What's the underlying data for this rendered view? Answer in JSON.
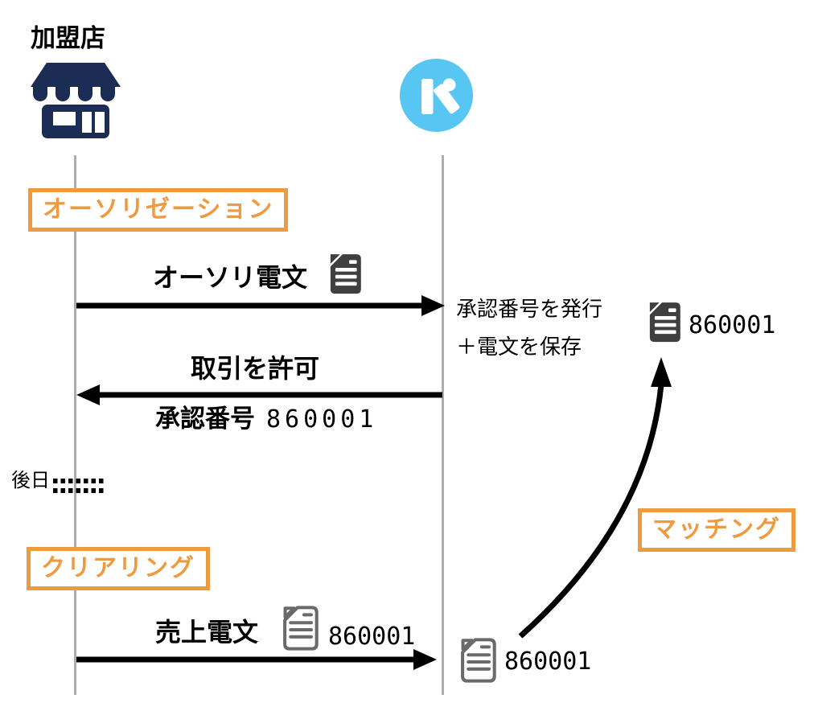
{
  "colors": {
    "orange": "#EE9B40",
    "navy": "#1B2D55",
    "kyash_blue": "#57C6F3",
    "lifeline_gray": "#ADADAD",
    "doc_dark": "#3F3F3F",
    "doc_outline": "#6A6A6A",
    "arrow_black": "#000000"
  },
  "icons": {
    "merchant": "storefront-icon",
    "kyash": "kyash-logo-icon",
    "auth_message": "document-icon-filled",
    "stored_message": "document-icon-filled",
    "sales_message": "document-icon-outline",
    "received_message": "document-icon-outline"
  },
  "actors": {
    "merchant_label": "加盟店"
  },
  "phases": {
    "authorization_label": "オーソリゼーション",
    "clearing_label": "クリアリング",
    "matching_label": "マッチング"
  },
  "authorization": {
    "request_label": "オーソリ電文",
    "note_line1": "承認番号を発行",
    "note_line2": "＋電文を保存",
    "stored_number": "860001",
    "response_label": "取引を許可",
    "approval_label": "承認番号",
    "approval_number": "860001"
  },
  "interlude": {
    "later_label": "後日"
  },
  "clearing": {
    "request_label": "売上電文",
    "request_number": "860001",
    "received_number": "860001"
  }
}
